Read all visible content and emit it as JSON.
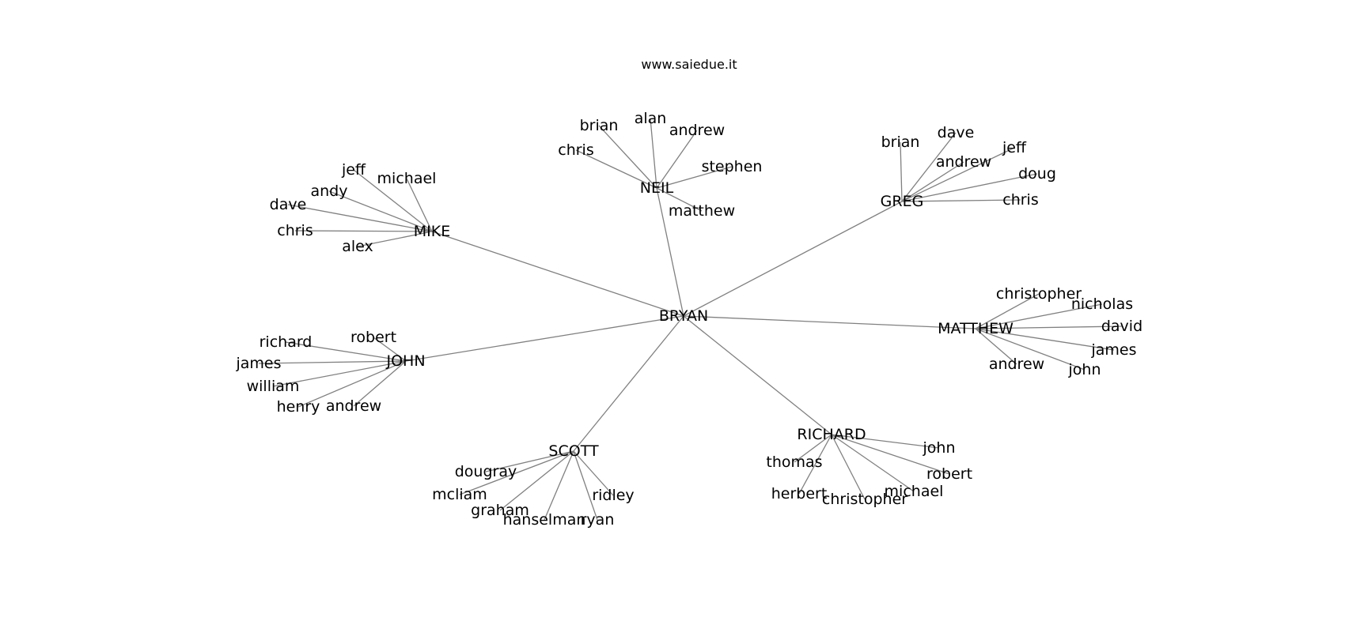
{
  "site": "www.saiedue.it",
  "colors": {
    "edge": "#808080",
    "text": "#000000",
    "background": "#ffffff"
  },
  "graph": {
    "root": "BRYAN",
    "hubs": [
      {
        "name": "NEIL",
        "leaves": [
          "brian",
          "alan",
          "andrew",
          "stephen",
          "chris",
          "matthew"
        ]
      },
      {
        "name": "GREG",
        "leaves": [
          "brian",
          "dave",
          "andrew",
          "jeff",
          "doug",
          "chris"
        ]
      },
      {
        "name": "MIKE",
        "leaves": [
          "jeff",
          "michael",
          "andy",
          "dave",
          "chris",
          "alex"
        ]
      },
      {
        "name": "MATTHEW",
        "leaves": [
          "christopher",
          "nicholas",
          "david",
          "james",
          "andrew",
          "john"
        ]
      },
      {
        "name": "JOHN",
        "leaves": [
          "richard",
          "robert",
          "james",
          "william",
          "henry",
          "andrew"
        ]
      },
      {
        "name": "RICHARD",
        "leaves": [
          "john",
          "thomas",
          "robert",
          "herbert",
          "christopher",
          "michael"
        ]
      },
      {
        "name": "SCOTT",
        "leaves": [
          "dougray",
          "mcliam",
          "graham",
          "hanselman",
          "ridley",
          "ryan"
        ]
      }
    ]
  }
}
